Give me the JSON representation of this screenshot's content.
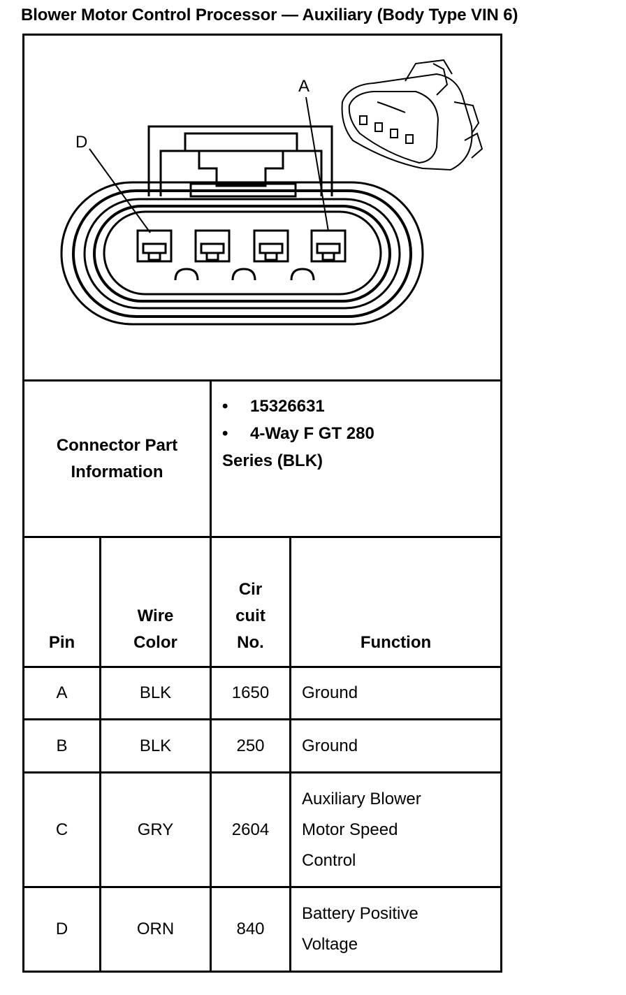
{
  "title": "Blower Motor Control Processor — Auxiliary (Body Type VIN 6)",
  "diagram": {
    "pin_labels": [
      "A",
      "D"
    ]
  },
  "connector_part_info": {
    "label": "Connector Part Information",
    "bullet": "•",
    "items": [
      "15326631",
      "4-Way F GT 280"
    ],
    "continuation": "Series (BLK)"
  },
  "table": {
    "headers": {
      "pin": "Pin",
      "wire_color": [
        "Wire",
        "Color"
      ],
      "circuit": [
        "Cir",
        "cuit",
        "No."
      ],
      "function": "Function"
    },
    "rows": [
      {
        "pin": "A",
        "wire_color": "BLK",
        "circuit": "1650",
        "function": [
          "Ground"
        ]
      },
      {
        "pin": "B",
        "wire_color": "BLK",
        "circuit": "250",
        "function": [
          "Ground"
        ]
      },
      {
        "pin": "C",
        "wire_color": "GRY",
        "circuit": "2604",
        "function": [
          "Auxiliary Blower",
          "Motor Speed",
          "Control"
        ]
      },
      {
        "pin": "D",
        "wire_color": "ORN",
        "circuit": "840",
        "function": [
          "Battery Positive",
          "Voltage"
        ]
      }
    ]
  }
}
